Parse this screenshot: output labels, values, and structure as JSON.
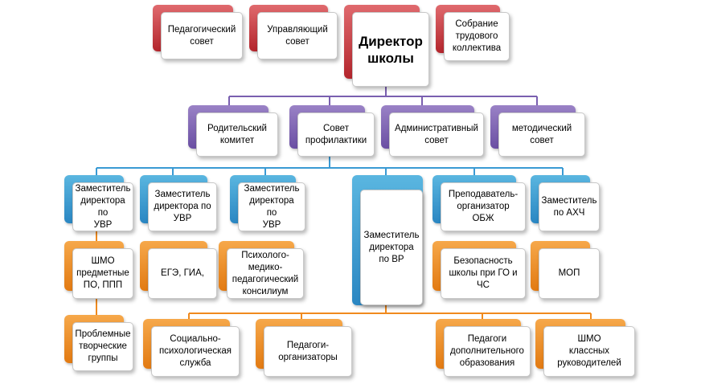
{
  "top": {
    "pedagogical_council": "Педагогический\nсовет",
    "governing_council": "Управляющий\nсовет",
    "director": "Директор\nшколы",
    "labor_assembly": "Собрание\nтрудового\nколлектива"
  },
  "councils": {
    "parent_committee": "Родительский\nкомитет",
    "prevention_council": "Совет\nпрофилактики",
    "administrative_council": "Административный\nсовет",
    "methodical_council": "методический\nсовет"
  },
  "deputies": {
    "deputy_uvr_1": "Заместитель\nдиректора по\nУВР",
    "deputy_uvr_2": "Заместитель\nдиректора по\nУВР",
    "deputy_uvr_3": "Заместитель\nдиректора по\nУВР",
    "deputy_vr": "Заместитель\nдиректора\nпо ВР",
    "obzh_teacher": "Преподаватель-\nорганизатор ОБЖ",
    "deputy_ahch": "Заместитель\nпо АХЧ"
  },
  "level3": {
    "shmo_subject": "ШМО\nпредметные\nПО,  ППП",
    "ege_gia": "ЕГЭ, ГИА,",
    "ppk": "Психолого-\nмедико-\nпедагогический\nконсилиум",
    "safety": "Безопасность\nшколы при ГО и ЧС",
    "mop": "МОП"
  },
  "level4": {
    "creative_groups": "Проблемные\nтворческие\nгруппы",
    "social_service": "Социально-\nпсихологическая\nслужба",
    "organizer_teachers": "Педагоги-\nорганизаторы",
    "additional_education": "Педагоги\nдополнительного\nобразования",
    "shmo_class": "ШМО\nклассных\nруководителей"
  },
  "colors": {
    "red": "#c0343a",
    "purple": "#7a5fb0",
    "blue": "#3a9ad4",
    "orange": "#f08a1e"
  }
}
